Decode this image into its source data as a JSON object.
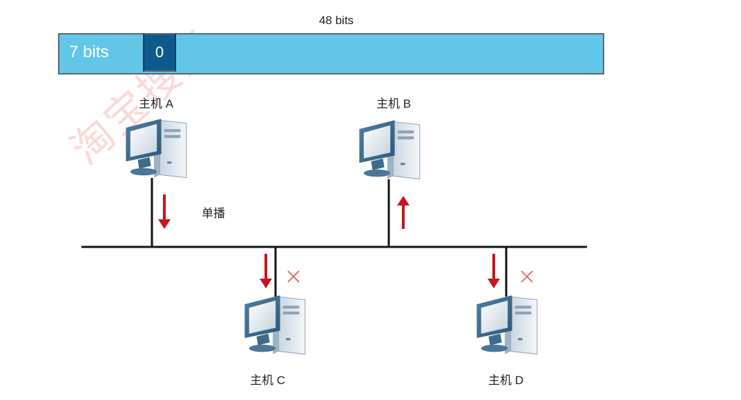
{
  "watermark": "淘宝搜索",
  "frame": {
    "total_bits_label": "48 bits",
    "segment_label": "7 bits",
    "flag_bit": "0"
  },
  "hosts": {
    "a": "主机 A",
    "b": "主机 B",
    "c": "主机 C",
    "d": "主机 D"
  },
  "mode_label": "单播",
  "colors": {
    "frame_fill": "#62c6e9",
    "flag_fill": "#0f5a8c",
    "arrow": "#c8141c",
    "reject_x": "#e07070"
  }
}
